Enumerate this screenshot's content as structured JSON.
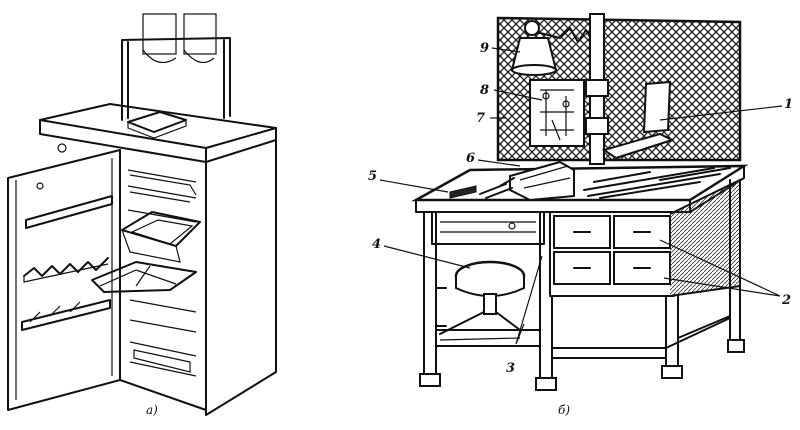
{
  "figure": {
    "caption_a": "а)",
    "caption_b": "б)"
  },
  "labels": {
    "l1": "1",
    "l2": "2",
    "l3": "3",
    "l4": "4",
    "l5": "5",
    "l6": "6",
    "l7": "7",
    "l8": "8",
    "l9": "9"
  }
}
